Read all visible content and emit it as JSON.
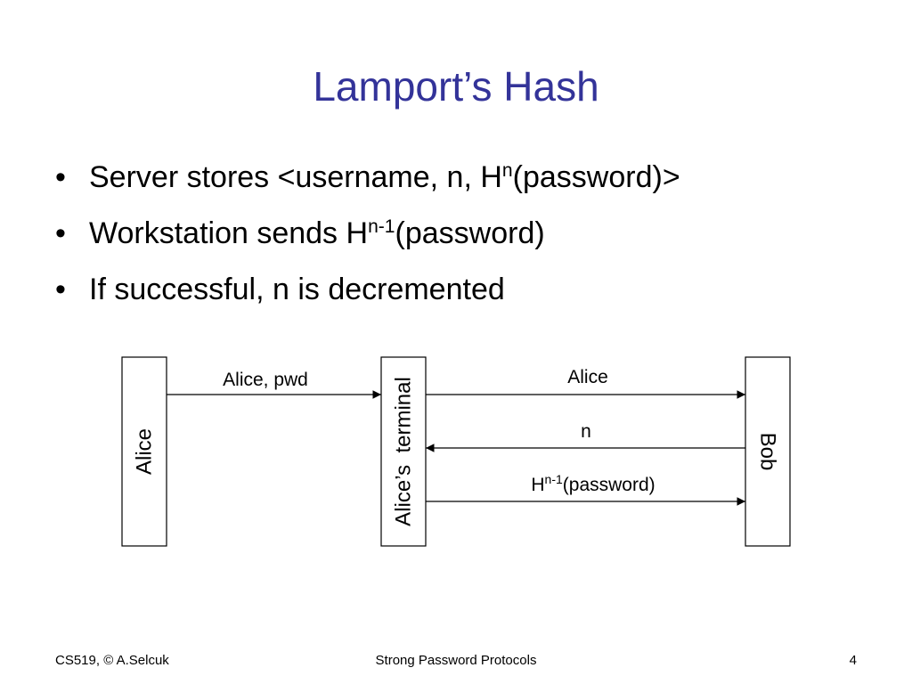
{
  "slide": {
    "title": "Lamport’s Hash",
    "bullets": [
      {
        "marker": "•",
        "pre": "Server stores  <username, n, H",
        "sup": "n",
        "post": "(password)>"
      },
      {
        "marker": "•",
        "pre": "Workstation sends  H",
        "sup": "n-1",
        "post": "(password)"
      },
      {
        "marker": "•",
        "pre": "If successful, n is decremented",
        "sup": "",
        "post": ""
      }
    ]
  },
  "diagram": {
    "parties": {
      "alice": "Alice",
      "terminal": "Alice’s  terminal",
      "bob": "Bob"
    },
    "messages": {
      "alice_to_terminal": "Alice, pwd",
      "terminal_to_bob": "Alice",
      "bob_to_terminal": "n",
      "hash_base": "H",
      "hash_sup": "n-1",
      "hash_rest": "(password)"
    }
  },
  "footer": {
    "left": "CS519, © A.Selcuk",
    "center": "Strong Password Protocols",
    "page": "4"
  }
}
